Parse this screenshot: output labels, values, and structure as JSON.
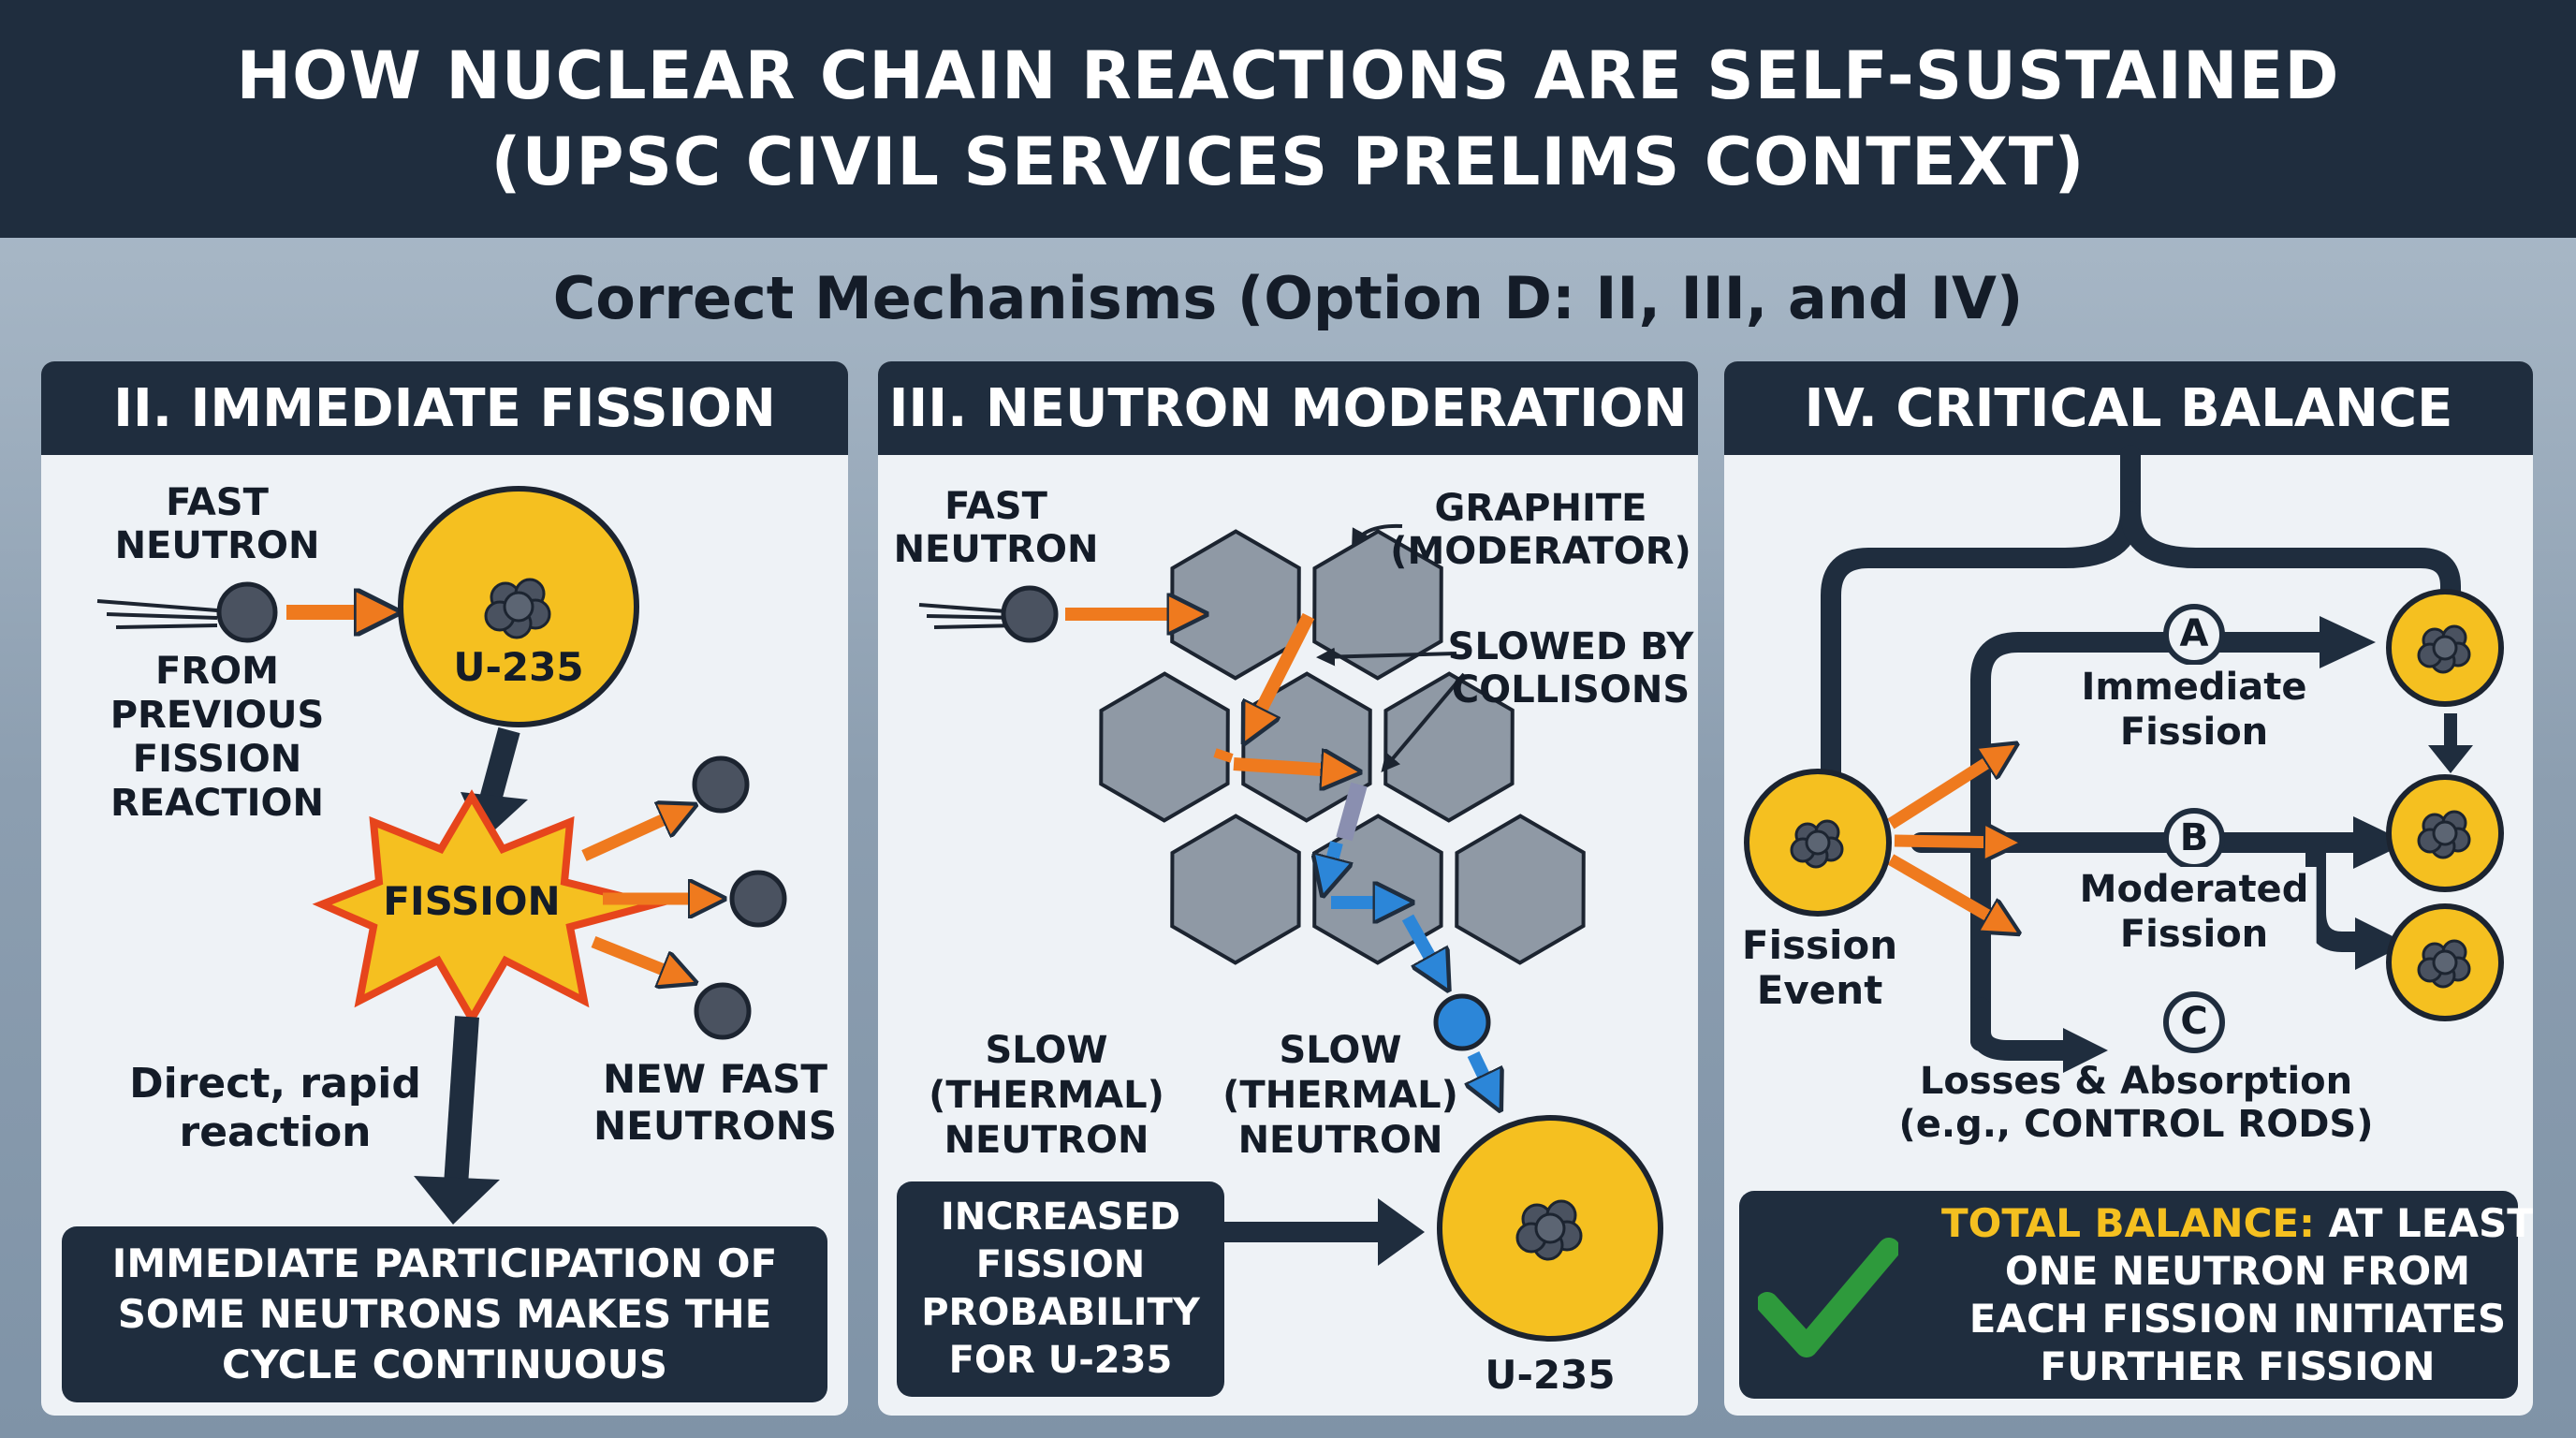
{
  "title": {
    "line1": "HOW NUCLEAR CHAIN REACTIONS ARE SELF-SUSTAINED",
    "line2": "(UPSC CIVIL SERVICES PRELIMS CONTEXT)"
  },
  "subtitle": "Correct Mechanisms (Option D: II, III, and IV)",
  "colors": {
    "navy": "#1f2d3e",
    "yellow": "#f5c020",
    "orange": "#ef7a1e",
    "blue": "#2c86d8",
    "hex_grey": "#8f99a5",
    "check_green": "#2e9a3c"
  },
  "panel1": {
    "heading": "II. IMMEDIATE FISSION",
    "fast_neutron": [
      "FAST",
      "NEUTRON"
    ],
    "from_previous": [
      "FROM",
      "PREVIOUS",
      "FISSION",
      "REACTION"
    ],
    "nucleus_label": "U-235",
    "burst_label": "FISSION",
    "direct_rapid": [
      "Direct, rapid",
      "reaction"
    ],
    "new_fast": [
      "NEW FAST",
      "NEUTRONS"
    ],
    "box": [
      "IMMEDIATE PARTICIPATION OF",
      "SOME NEUTRONS MAKES THE",
      "CYCLE CONTINUOUS"
    ]
  },
  "panel2": {
    "heading": "III. NEUTRON MODERATION",
    "fast_neutron": [
      "FAST",
      "NEUTRON"
    ],
    "graphite": [
      "GRAPHITE",
      "(MODERATOR)"
    ],
    "slowed": [
      "SLOWED BY",
      "COLLISONS"
    ],
    "slow_left": [
      "SLOW",
      "(THERMAL)",
      "NEUTRON"
    ],
    "slow_right": [
      "SLOW",
      "(THERMAL)",
      "NEUTRON"
    ],
    "box": [
      "INCREASED",
      "FISSION",
      "PROBABILITY",
      "FOR U-235"
    ],
    "nucleus_label": "U-235"
  },
  "panel3": {
    "heading": "IV. CRITICAL BALANCE",
    "path_a": {
      "letter": "A",
      "label": [
        "Immediate",
        "Fission"
      ]
    },
    "path_b": {
      "letter": "B",
      "label": [
        "Moderated",
        "Fission"
      ]
    },
    "path_c": {
      "letter": "C",
      "label": [
        "Losses & Absorption",
        "(e.g., CONTROL RODS)"
      ]
    },
    "fission_event": [
      "Fission",
      "Event"
    ],
    "box": {
      "highlight": "TOTAL BALANCE:",
      "line1_rest": " AT LEAST",
      "line2": "ONE NEUTRON FROM",
      "line3": "EACH FISSION INITIATES",
      "line4": "FURTHER FISSION"
    }
  }
}
